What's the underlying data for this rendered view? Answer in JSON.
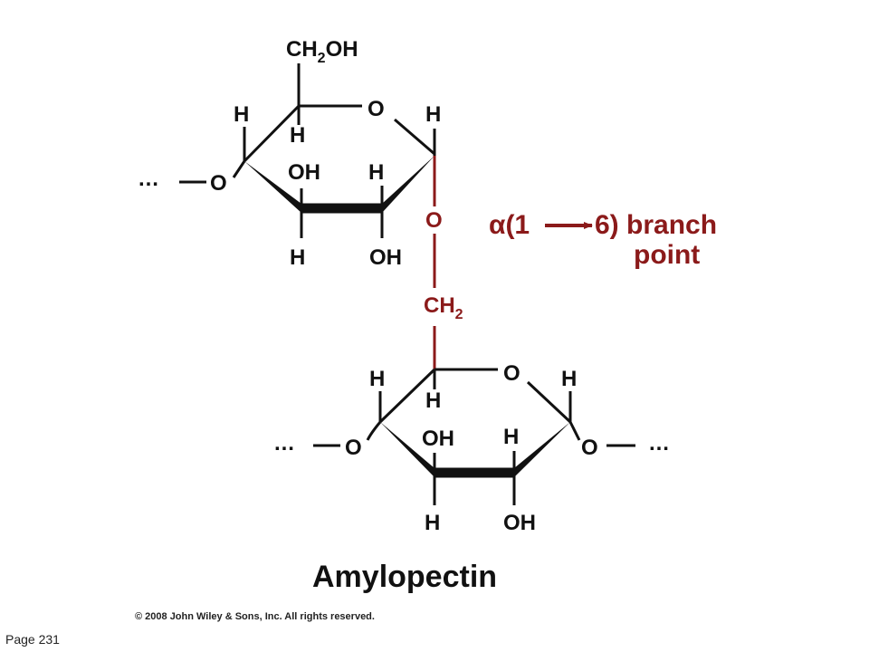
{
  "diagram": {
    "upper_ring": {
      "ch2oh_main": "CH",
      "ch2oh_sub": "2",
      "ch2oh_tail": "OH",
      "ring_o": "O",
      "c5_h": "H",
      "c4_h": "H",
      "c1_h": "H",
      "c3_oh": "OH",
      "c2_h": "H",
      "c3_h": "H",
      "c2_oh": "OH",
      "left_o": "O",
      "left_dots": "…"
    },
    "linkage": {
      "o": "O",
      "ch2_main": "CH",
      "ch2_sub": "2",
      "label_alpha": "α(1",
      "label_end": "6) branch",
      "label_point": "point"
    },
    "lower_ring": {
      "ring_o": "O",
      "c5_h": "H",
      "c4_h": "H",
      "c1_h": "H",
      "c3_oh": "OH",
      "c2_h": "H",
      "c3_h": "H",
      "c2_oh": "OH",
      "left_o": "O",
      "right_o": "O",
      "left_dots": "…",
      "right_dots": "…"
    },
    "title": "Amylopectin",
    "copyright": "© 2008 John Wiley & Sons, Inc. All rights reserved."
  },
  "page_label": "Page 231",
  "colors": {
    "ink": "#111111",
    "linkage": "#8b1a1a"
  }
}
